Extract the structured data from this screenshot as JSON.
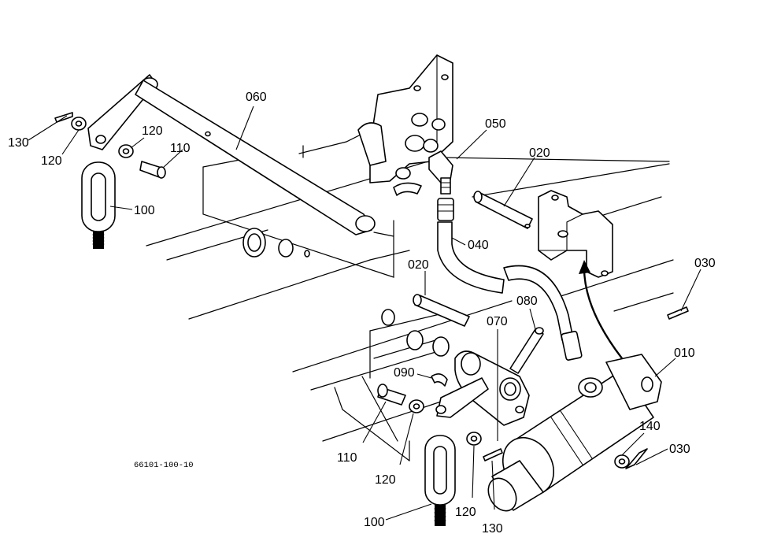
{
  "callouts": {
    "c010": "010",
    "c020a": "020",
    "c020b": "020",
    "c030a": "030",
    "c030b": "030",
    "c040": "040",
    "c050": "050",
    "c060": "060",
    "c070": "070",
    "c080": "080",
    "c090": "090",
    "c100a": "100",
    "c100b": "100",
    "c110a": "110",
    "c110b": "110",
    "c120a": "120",
    "c120b": "120",
    "c120c": "120",
    "c120d": "120",
    "c130a": "130",
    "c130b": "130",
    "c140": "140"
  },
  "drawing_code": "66101-100-10"
}
